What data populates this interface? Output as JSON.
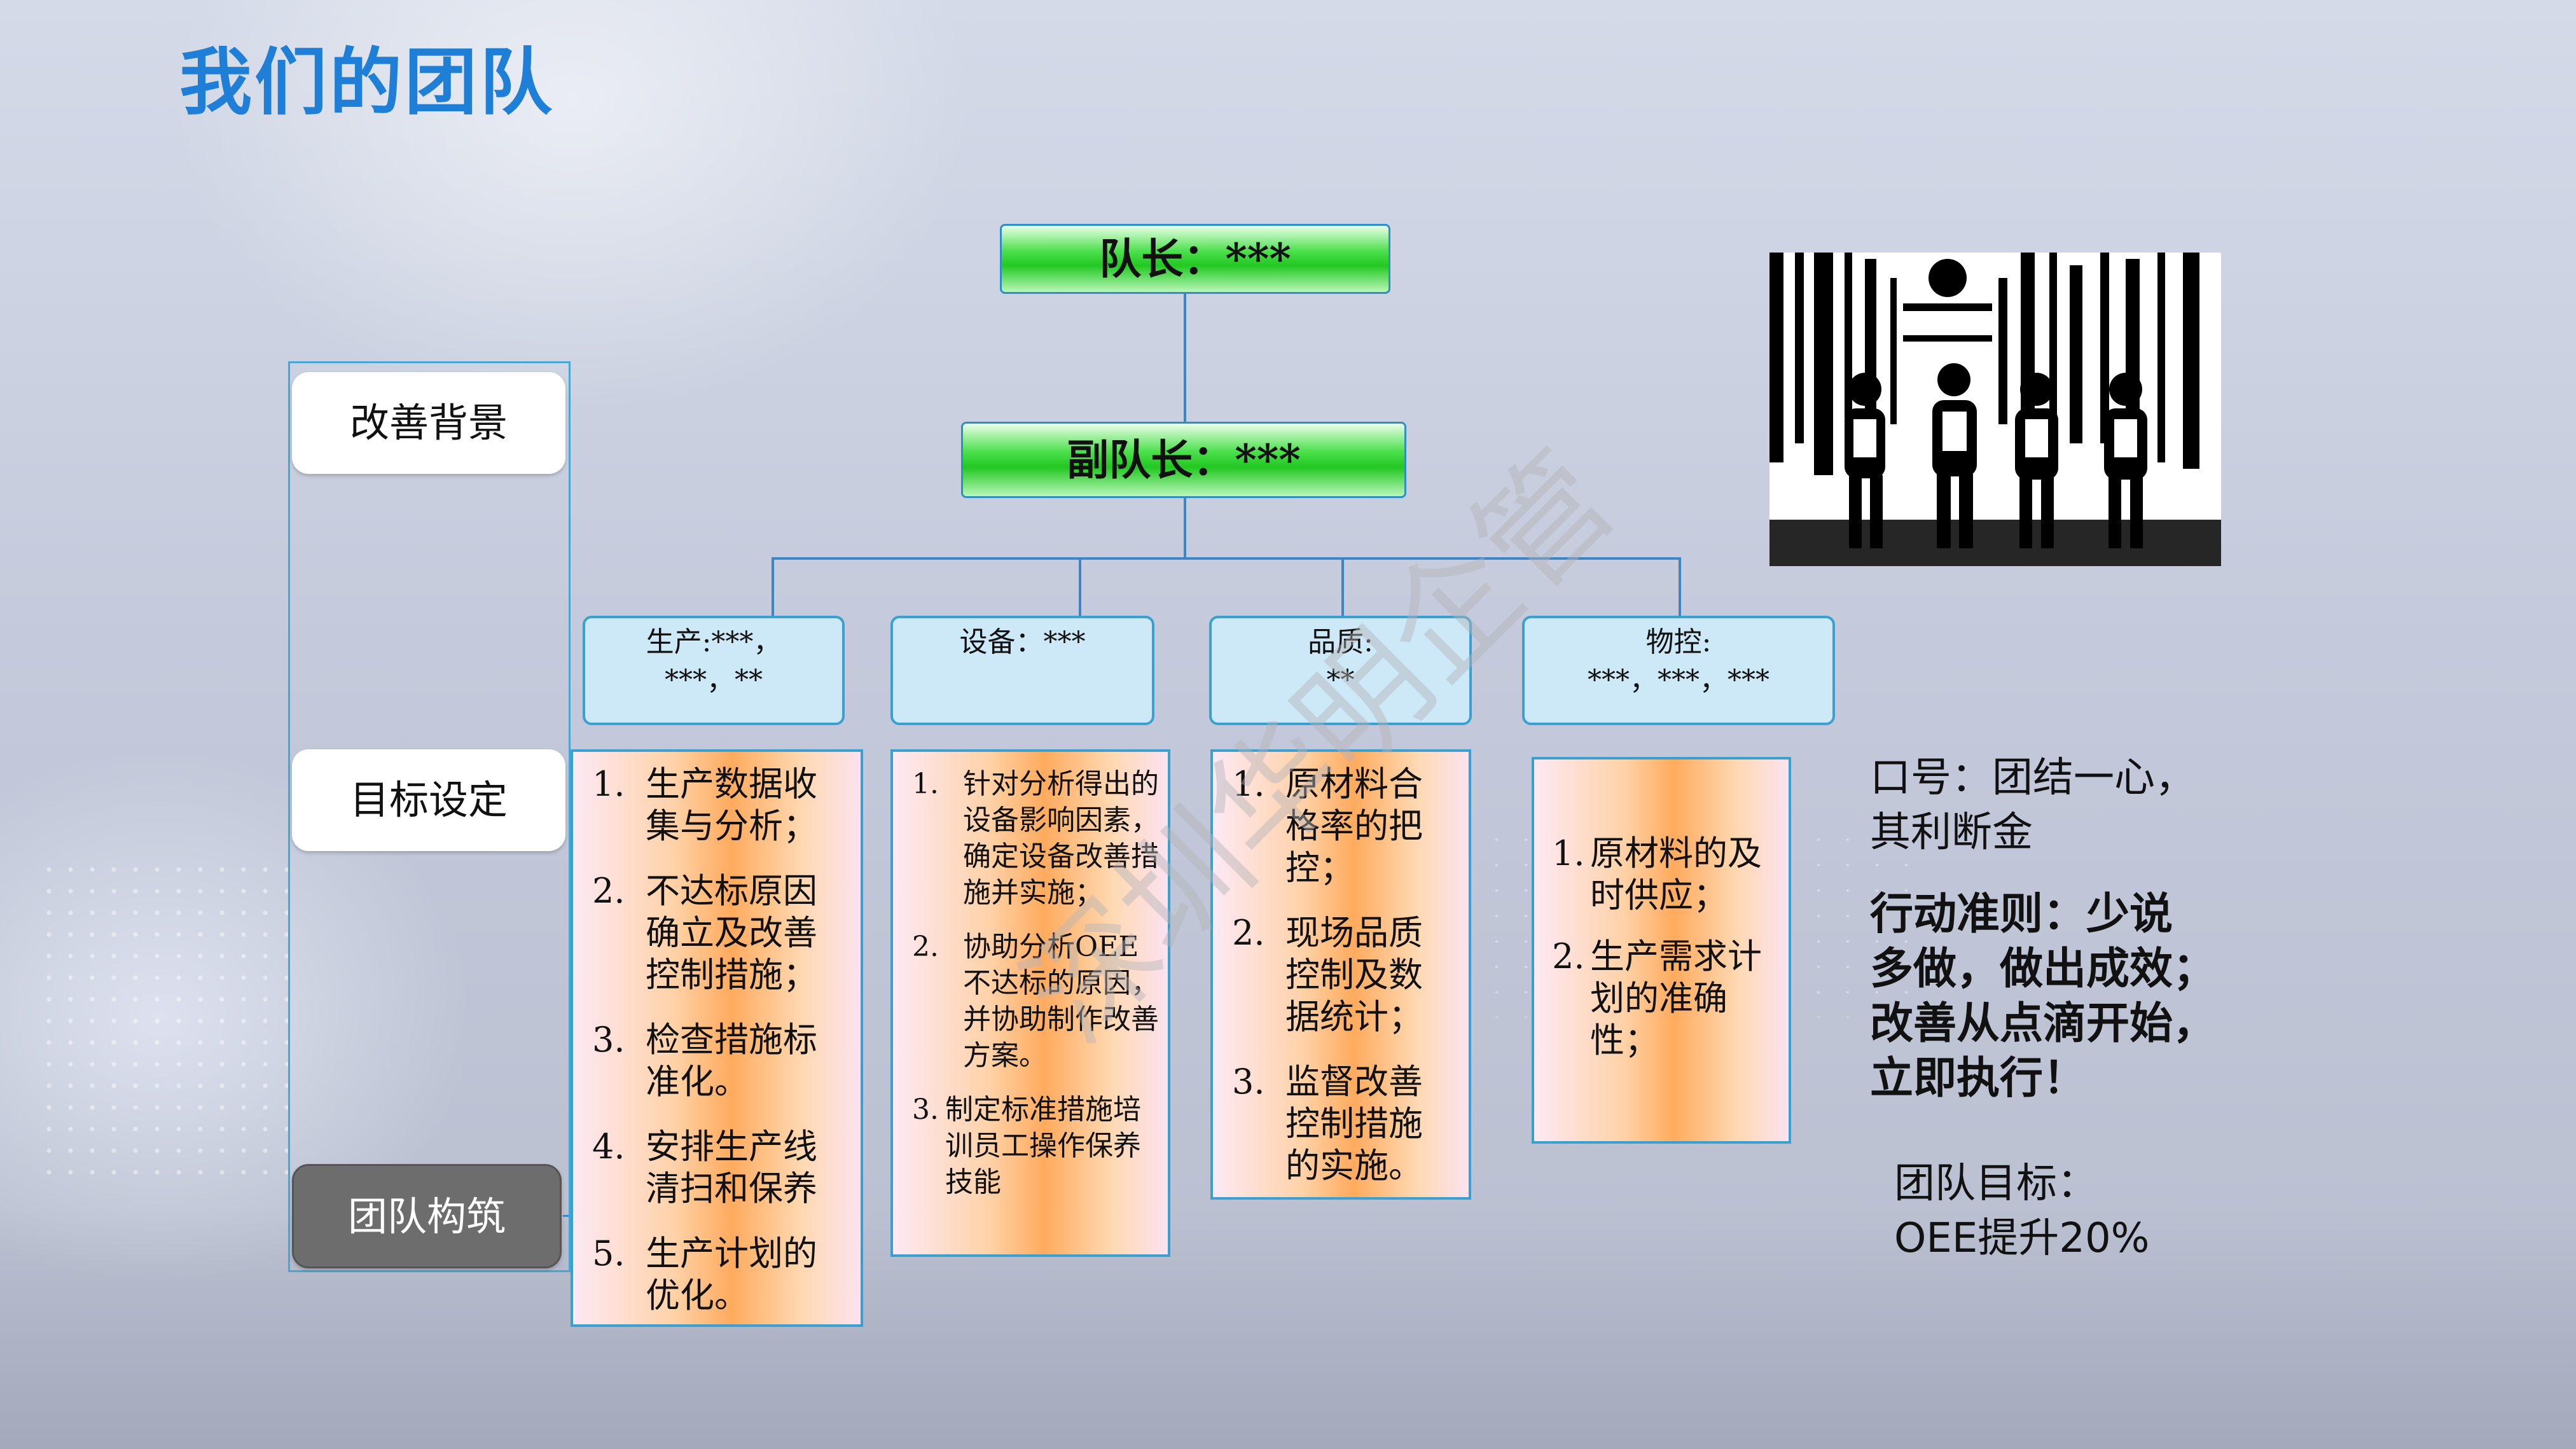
{
  "title": "我们的团队",
  "watermark": "深圳华明企管",
  "sidebar": {
    "items": [
      {
        "label": "改善背景",
        "active": false
      },
      {
        "label": "目标设定",
        "active": false
      },
      {
        "label": "团队构筑",
        "active": true
      }
    ]
  },
  "org": {
    "leader": "队长：***",
    "vice_leader": "副队长：***",
    "departments": [
      {
        "line1": "生产:***，",
        "line2": "***，**",
        "duties": [
          {
            "num": "1.",
            "text": "生产数据收集与分析；"
          },
          {
            "num": "2.",
            "text": "不达标原因确立及改善控制措施；"
          },
          {
            "num": "3.",
            "text": "检查措施标准化。"
          },
          {
            "num": "4.",
            "text": "安排生产线清扫和保养"
          },
          {
            "num": "5.",
            "text": "生产计划的优化。"
          }
        ]
      },
      {
        "line1": "设备：***",
        "line2": "",
        "duties": [
          {
            "num": "1.",
            "text": "针对分析得出的设备影响因素，确定设备改善措施并实施；"
          },
          {
            "num": "2.",
            "text": "协助分析OEE不达标的原因，并协助制作改善方案。"
          },
          {
            "num": "3.",
            "text": "制定标准措施培训员工操作保养技能"
          }
        ]
      },
      {
        "line1": "品质:",
        "line2": "**",
        "duties": [
          {
            "num": "1.",
            "text": "原材料合格率的把控；"
          },
          {
            "num": "2.",
            "text": "现场品质控制及数据统计；"
          },
          {
            "num": "3.",
            "text": "监督改善控制措施的实施。"
          }
        ]
      },
      {
        "line1": "物控:",
        "line2": "***，***，***",
        "duties": [
          {
            "num": "1.",
            "text": "原材料的及时供应；"
          },
          {
            "num": "2.",
            "text": "生产需求计划的准确性；"
          }
        ]
      }
    ]
  },
  "slogan": {
    "line1": "口号：团结一心，",
    "line2": "其利断金"
  },
  "principle": {
    "line1": "行动准则：少说",
    "line2": "多做，做出成效；",
    "line3": "改善从点滴开始，",
    "line4": "立即执行！"
  },
  "goal": {
    "line1": "团队目标：",
    "line2": "OEE提升20%"
  },
  "colors": {
    "title": "#1f7fd6",
    "connector": "#3d86c6",
    "dept_fill": "#cde8f7",
    "dept_border": "#3aa0d0",
    "leader_fill": "#22c822",
    "active_nav": "#6d6d6d"
  }
}
